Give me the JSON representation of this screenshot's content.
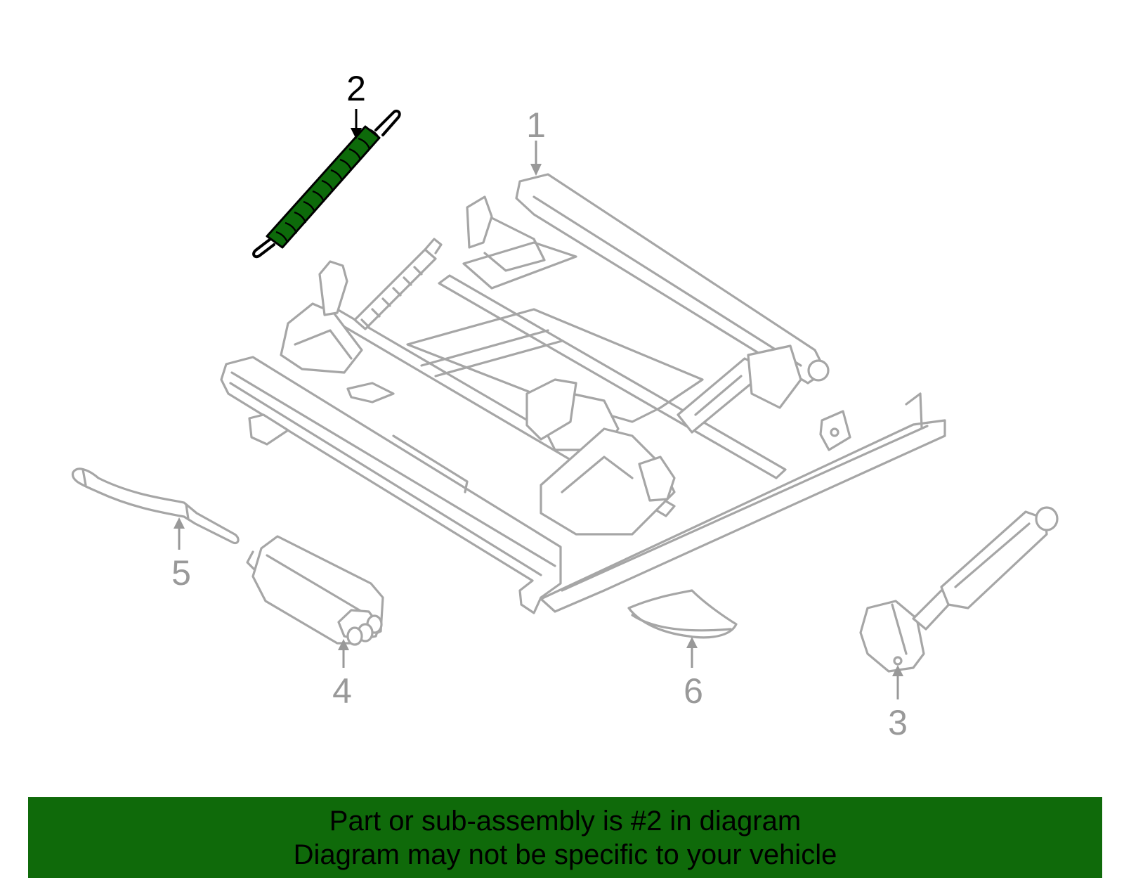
{
  "colors": {
    "highlight_fill": "#0d6a0a",
    "part_outline": "#a6a6a6",
    "callout_gray": "#999999",
    "callout_active": "#000000",
    "banner_background": "#0f6a0a",
    "banner_text": "#000000"
  },
  "callouts": [
    {
      "id": "1",
      "label": "1",
      "active": false
    },
    {
      "id": "2",
      "label": "2",
      "active": true
    },
    {
      "id": "3",
      "label": "3",
      "active": false
    },
    {
      "id": "4",
      "label": "4",
      "active": false
    },
    {
      "id": "5",
      "label": "5",
      "active": false
    },
    {
      "id": "6",
      "label": "6",
      "active": false
    }
  ],
  "banner": {
    "line1": "Part or sub-assembly is #2 in diagram",
    "line2": "Diagram may not be specific to your vehicle"
  }
}
